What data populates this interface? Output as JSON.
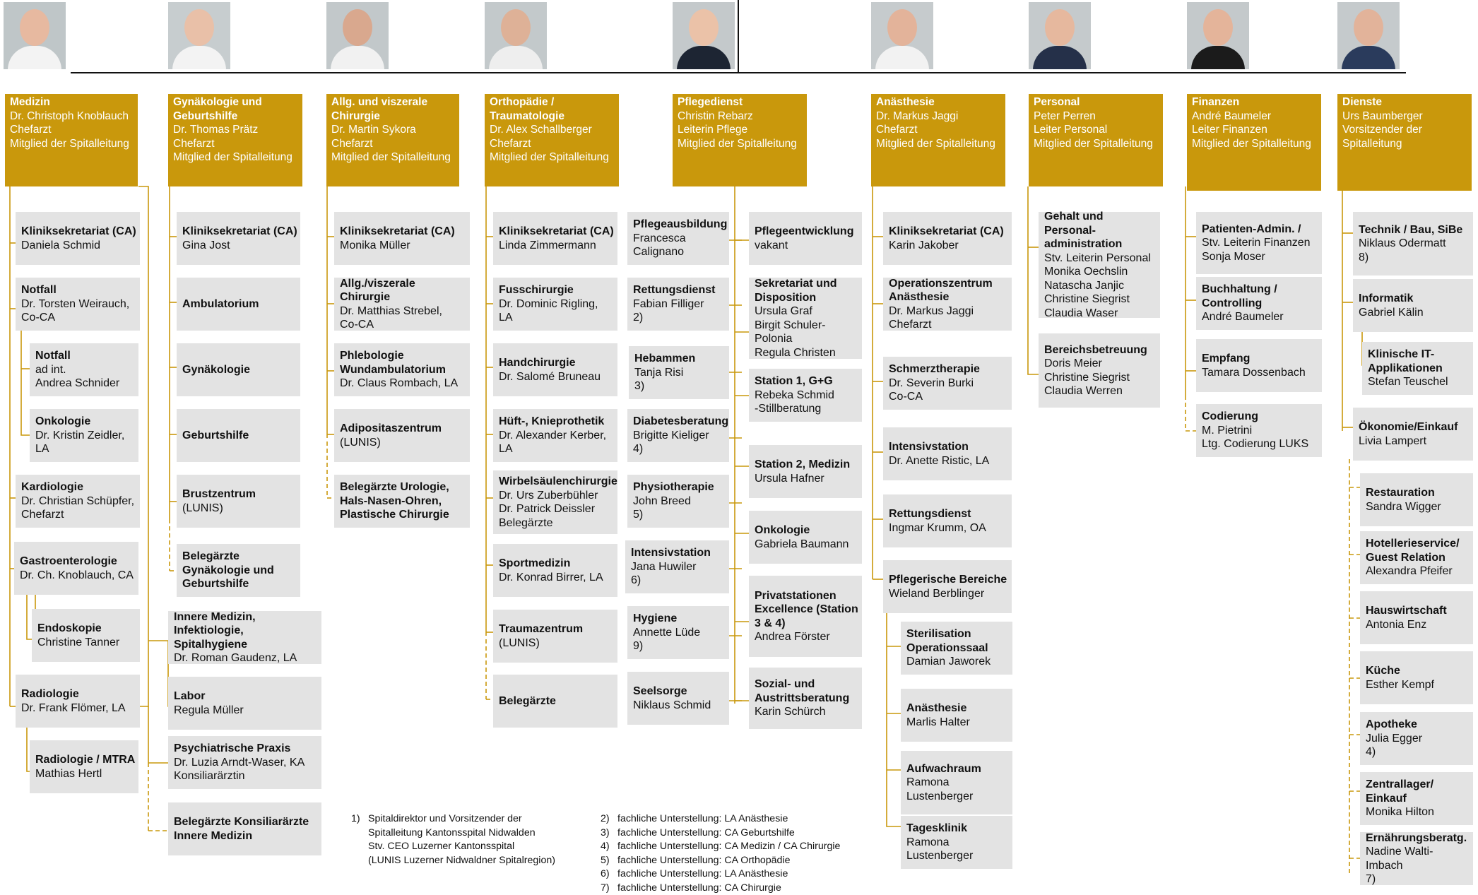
{
  "columns": [
    {
      "title": "Medizin",
      "lines": [
        "Dr. Christoph Knoblauch",
        "Chefarzt",
        "Mitglied der Spitalleitung"
      ],
      "colors": {
        "bg": "#bfc6c8",
        "skin": "#e7b9a0",
        "suit": "#f3f3f3"
      }
    },
    {
      "title": "Gynäkologie und Geburtshilfe",
      "lines": [
        "Dr. Thomas Prätz",
        "Chefarzt",
        "Mitglied der Spitalleitung"
      ],
      "colors": {
        "bg": "#c7cdcf",
        "skin": "#e9c0a8",
        "suit": "#f3f3f3"
      }
    },
    {
      "title": "Allg. und viszerale Chirurgie",
      "lines": [
        "Dr. Martin Sykora",
        "Chefarzt",
        "Mitglied der Spitalleitung"
      ],
      "colors": {
        "bg": "#c2c8ca",
        "skin": "#d9a88e",
        "suit": "#f1f1f1"
      }
    },
    {
      "title": "Orthopädie / Traumatologie",
      "lines": [
        "Dr. Alex Schallberger",
        "Chefarzt",
        "Mitglied der Spitalleitung"
      ],
      "colors": {
        "bg": "#c3c9cb",
        "skin": "#deb197",
        "suit": "#eeeeee"
      }
    },
    {
      "title": "Pflegedienst",
      "lines": [
        "Christin Rebarz",
        "Leiterin Pflege",
        "Mitglied der Spitalleitung"
      ],
      "colors": {
        "bg": "#c4c9cb",
        "skin": "#ebc2a8",
        "suit": "#1d2533"
      }
    },
    {
      "title": "Anästhesie",
      "lines": [
        "Dr. Markus Jaggi",
        "Chefarzt",
        "Mitglied der Spitalleitung"
      ],
      "colors": {
        "bg": "#c6cbcd",
        "skin": "#e3b39a",
        "suit": "#f2f2f2"
      }
    },
    {
      "title": "Personal",
      "lines": [
        "Peter Perren",
        "Leiter Personal",
        "Mitglied der Spitalleitung"
      ],
      "colors": {
        "bg": "#c5cacc",
        "skin": "#e6b89e",
        "suit": "#253049"
      }
    },
    {
      "title": "Finanzen",
      "lines": [
        "André Baumeler",
        "Leiter Finanzen",
        "Mitglied der Spitalleitung"
      ],
      "colors": {
        "bg": "#c4c9cb",
        "skin": "#e4b49a",
        "suit": "#1b1b1b"
      }
    },
    {
      "title": "Dienste",
      "lines": [
        "Urs Baumberger",
        "Vorsitzender der",
        "Spitalleitung"
      ],
      "colors": {
        "bg": "#c5cacc",
        "skin": "#e2b39a",
        "suit": "#2a3b5c"
      }
    }
  ],
  "boxes": [
    {
      "title": "Kliniksekretariat (CA)",
      "lines": [
        "Daniela Schmid"
      ]
    },
    {
      "title": "Notfall",
      "lines": [
        "Dr. Torsten Weirauch,",
        "Co-CA"
      ]
    },
    {
      "title": "Notfall",
      "lines": [
        "ad int.",
        "Andrea Schnider"
      ]
    },
    {
      "title": "Onkologie",
      "lines": [
        "Dr. Kristin Zeidler,",
        "LA"
      ]
    },
    {
      "title": "Kardiologie",
      "lines": [
        "Dr. Christian Schüpfer,",
        "Chefarzt"
      ]
    },
    {
      "title": "Gastroenterologie",
      "lines": [
        "Dr. Ch. Knoblauch, CA"
      ]
    },
    {
      "title": "Endoskopie",
      "lines": [
        "Christine Tanner"
      ]
    },
    {
      "title": "Radiologie",
      "lines": [
        "Dr. Frank Flömer, LA"
      ]
    },
    {
      "title": "Radiologie / MTRA",
      "lines": [
        "Mathias Hertl"
      ]
    },
    {
      "title": "Kliniksekretariat (CA)",
      "lines": [
        "Gina Jost"
      ]
    },
    {
      "title": "Ambulatorium",
      "lines": []
    },
    {
      "title": "Gynäkologie",
      "lines": []
    },
    {
      "title": "Geburtshilfe",
      "lines": []
    },
    {
      "title": "Brustzentrum",
      "lines": [
        "(LUNIS)"
      ]
    },
    {
      "title": "Belegärzte Gynäkologie und Geburtshilfe",
      "lines": []
    },
    {
      "title": "Innere Medizin, Infektiologie, Spitalhygiene",
      "lines": [
        "Dr. Roman Gaudenz, LA"
      ]
    },
    {
      "title": "Labor",
      "lines": [
        "Regula Müller"
      ]
    },
    {
      "title": "Psychiatrische Praxis",
      "lines": [
        "Dr. Luzia Arndt-Waser, KA",
        "Konsiliarärztin"
      ]
    },
    {
      "title": "Belegärzte Konsiliarärzte Innere Medizin",
      "lines": []
    },
    {
      "title": "Kliniksekretariat (CA)",
      "lines": [
        "Monika Müller"
      ]
    },
    {
      "title": "Allg./viszerale Chirurgie",
      "lines": [
        "Dr. Matthias Strebel,",
        "Co-CA"
      ]
    },
    {
      "title": "Phlebologie Wundambulatorium",
      "lines": [
        "Dr. Claus Rombach, LA"
      ]
    },
    {
      "title": "Adipositaszentrum",
      "lines": [
        "(LUNIS)"
      ]
    },
    {
      "title": "Belegärzte Urologie, Hals-Nasen-Ohren, Plastische Chirurgie",
      "lines": []
    },
    {
      "title": "Kliniksekretariat (CA)",
      "lines": [
        "Linda Zimmermann"
      ]
    },
    {
      "title": "Fusschirurgie",
      "lines": [
        "Dr. Dominic Rigling, LA"
      ]
    },
    {
      "title": "Handchirurgie",
      "lines": [
        "Dr. Salomé Bruneau"
      ]
    },
    {
      "title": "Hüft-, Knieprothetik",
      "lines": [
        "Dr. Alexander Kerber,",
        "LA"
      ]
    },
    {
      "title": "Wirbelsäulenchirurgie",
      "lines": [
        "Dr. Urs Zuberbühler",
        "Dr. Patrick Deissler",
        "Belegärzte"
      ]
    },
    {
      "title": "Sportmedizin",
      "lines": [
        "Dr. Konrad Birrer, LA"
      ]
    },
    {
      "title": "Traumazentrum",
      "lines": [
        "(LUNIS)"
      ]
    },
    {
      "title": "Belegärzte",
      "lines": []
    },
    {
      "title": "Pflegeausbildung",
      "lines": [
        "Francesca",
        "Calignano"
      ]
    },
    {
      "title": "Rettungsdienst",
      "lines": [
        "Fabian Filliger",
        "2)"
      ]
    },
    {
      "title": "Hebammen",
      "lines": [
        "Tanja Risi",
        "3)"
      ]
    },
    {
      "title": "Diabetesberatung",
      "lines": [
        "Brigitte Kieliger",
        "4)"
      ]
    },
    {
      "title": "Physiotherapie",
      "lines": [
        "John Breed",
        "5)"
      ]
    },
    {
      "title": "Intensivstation",
      "lines": [
        "Jana Huwiler",
        "6)"
      ]
    },
    {
      "title": "Hygiene",
      "lines": [
        "Annette Lüde",
        "9)"
      ]
    },
    {
      "title": "Seelsorge",
      "lines": [
        "Niklaus Schmid"
      ]
    },
    {
      "title": "Pflegeentwicklung",
      "lines": [
        "vakant"
      ]
    },
    {
      "title": "Sekretariat und Disposition",
      "lines": [
        "Ursula Graf",
        "Birgit Schuler-Polonia",
        "Regula Christen"
      ]
    },
    {
      "title": "Station 1, G+G",
      "lines": [
        "Rebeka Schmid",
        "-Stillberatung"
      ]
    },
    {
      "title": "Station 2, Medizin",
      "lines": [
        "Ursula Hafner"
      ]
    },
    {
      "title": "Onkologie",
      "lines": [
        "Gabriela Baumann"
      ]
    },
    {
      "title": "Privatstationen Excellence (Station 3 & 4)",
      "lines": [
        "Andrea Förster"
      ]
    },
    {
      "title": "Sozial- und Austrittsberatung",
      "lines": [
        "Karin Schürch"
      ]
    },
    {
      "title": "Kliniksekretariat (CA)",
      "lines": [
        "Karin Jakober"
      ]
    },
    {
      "title": "Operationszentrum Anästhesie",
      "lines": [
        "Dr. Markus Jaggi",
        "Chefarzt"
      ]
    },
    {
      "title": "Schmerztherapie",
      "lines": [
        "Dr. Severin Burki",
        "Co-CA"
      ]
    },
    {
      "title": "Intensivstation",
      "lines": [
        "Dr. Anette Ristic, LA"
      ]
    },
    {
      "title": "Rettungsdienst",
      "lines": [
        "Ingmar Krumm, OA"
      ]
    },
    {
      "title": "Pflegerische Bereiche",
      "lines": [
        "Wieland Berblinger"
      ]
    },
    {
      "title": "Sterilisation Operationssaal",
      "lines": [
        "Damian Jaworek"
      ]
    },
    {
      "title": "Anästhesie",
      "lines": [
        "Marlis Halter"
      ]
    },
    {
      "title": "Aufwachraum",
      "lines": [
        "Ramona",
        "Lustenberger"
      ]
    },
    {
      "title": "Tagesklinik",
      "lines": [
        "Ramona",
        "Lustenberger"
      ]
    },
    {
      "title": "Gehalt und Personal-administration",
      "lines": [
        "Stv. Leiterin Personal",
        "Monika Oechslin",
        "Natascha Janjic",
        "Christine Siegrist",
        "Claudia Waser"
      ]
    },
    {
      "title": "Bereichsbetreuung",
      "lines": [
        "Doris Meier",
        "Christine Siegrist",
        "Claudia Werren"
      ]
    },
    {
      "title": "Patienten-Admin. /",
      "lines": [
        "Stv. Leiterin Finanzen",
        "Sonja Moser"
      ]
    },
    {
      "title": "Buchhaltung / Controlling",
      "lines": [
        "André Baumeler"
      ]
    },
    {
      "title": "Empfang",
      "lines": [
        "Tamara Dossenbach"
      ]
    },
    {
      "title": "Codierung",
      "lines": [
        "M. Pietrini",
        "Ltg. Codierung LUKS"
      ]
    },
    {
      "title": "Technik / Bau, SiBe",
      "lines": [
        "Niklaus Odermatt",
        "8)"
      ]
    },
    {
      "title": "Informatik",
      "lines": [
        "Gabriel Kälin"
      ]
    },
    {
      "title": "Klinische IT-Applikationen",
      "lines": [
        "Stefan Teuschel"
      ]
    },
    {
      "title": "Ökonomie/Einkauf",
      "lines": [
        "Livia Lampert"
      ]
    },
    {
      "title": "Restauration",
      "lines": [
        "Sandra Wigger"
      ]
    },
    {
      "title": "Hotellerieservice/ Guest Relation",
      "lines": [
        "Alexandra Pfeifer"
      ]
    },
    {
      "title": "Hauswirtschaft",
      "lines": [
        "Antonia Enz"
      ]
    },
    {
      "title": "Küche",
      "lines": [
        "Esther Kempf"
      ]
    },
    {
      "title": "Apotheke",
      "lines": [
        "Julia Egger",
        "4)"
      ]
    },
    {
      "title": "Zentrallager/ Einkauf",
      "lines": [
        "Monika Hilton"
      ]
    },
    {
      "title": "Ernährungsberatg.",
      "lines": [
        "Nadine Walti- Imbach",
        "7)"
      ]
    }
  ],
  "footnotes_left": [
    {
      "num": "1)",
      "lines": [
        "Spitaldirektor und Vorsitzender der",
        "Spitalleitung Kantonsspital Nidwalden",
        "Stv. CEO Luzerner Kantonsspital",
        "(LUNIS Luzerner Nidwaldner Spitalregion)"
      ]
    }
  ],
  "footnotes_right": [
    {
      "num": "2)",
      "text": "fachliche Unterstellung:  LA Anästhesie"
    },
    {
      "num": "3)",
      "text": "fachliche Unterstellung:  CA Geburtshilfe"
    },
    {
      "num": "4)",
      "text": "fachliche Unterstellung:  CA Medizin / CA Chirurgie"
    },
    {
      "num": "5)",
      "text": "fachliche Unterstellung:  CA Orthopädie"
    },
    {
      "num": "6)",
      "text": "fachliche Unterstellung:  LA Anästhesie"
    },
    {
      "num": "7)",
      "text": "fachliche Unterstellung:  CA Chirurgie"
    }
  ],
  "colors": {
    "gold": "#C9980C",
    "box": "#E3E3E3",
    "line": "#111111"
  }
}
